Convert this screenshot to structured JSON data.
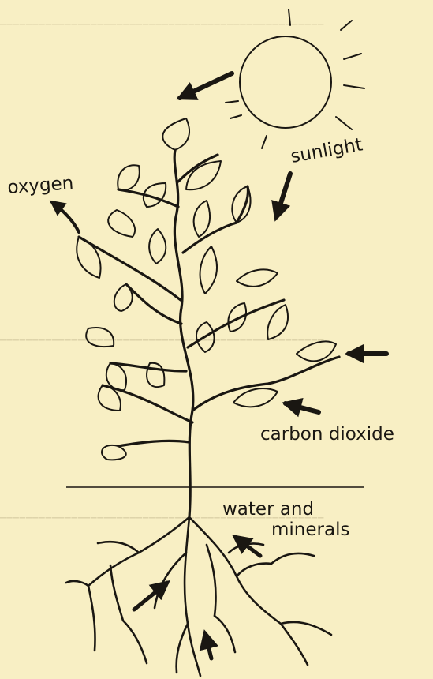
{
  "labels": {
    "sunlight": "sunlight",
    "oxygen": "oxygen",
    "carbon_dioxide": "carbon dioxide",
    "water_line1": "water and",
    "water_line2": "minerals"
  },
  "colors": {
    "paper": "#f8efc4",
    "ink": "#1a1712",
    "bleed_through": "#c9bf95"
  }
}
